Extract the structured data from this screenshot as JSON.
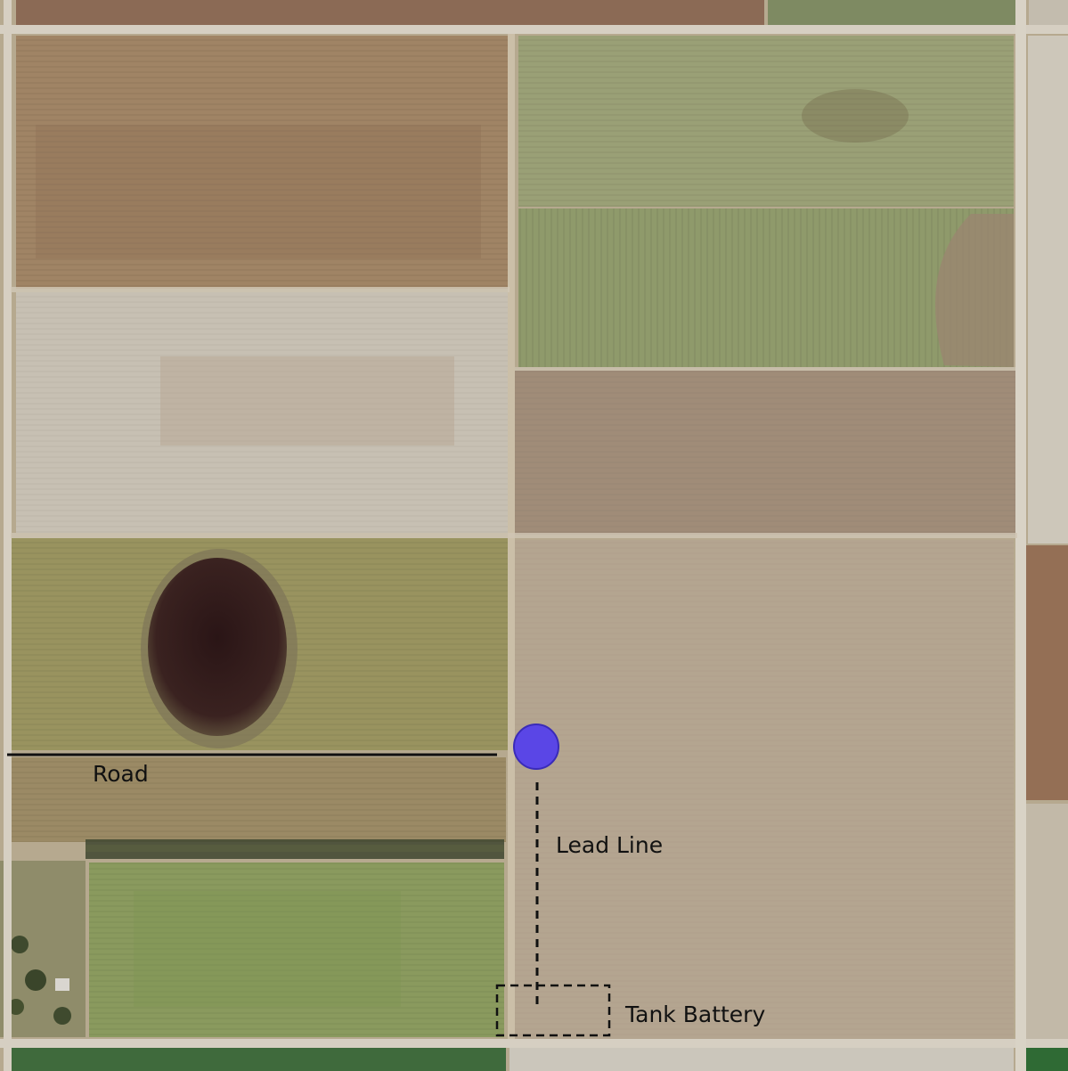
{
  "map": {
    "labels": {
      "road": "Road",
      "lead_line": "Lead Line",
      "tank_battery": "Tank Battery"
    },
    "colors": {
      "well_marker_fill": "#5a46e6",
      "well_marker_stroke": "#3a2bb8",
      "annotation_line": "#111111",
      "field_dry_tan": "#b3a48a",
      "field_green": "#8e9466",
      "field_brown": "#9a7f5f",
      "field_pale": "#c9c2b5",
      "pond": "#2a1818",
      "section_road": "#d6cfc2"
    },
    "features": [
      {
        "name": "well-marker",
        "kind": "circle"
      },
      {
        "name": "road",
        "kind": "solid-line"
      },
      {
        "name": "lead-line",
        "kind": "dashed-line"
      },
      {
        "name": "tank-battery",
        "kind": "dashed-rectangle"
      },
      {
        "name": "pond",
        "kind": "water"
      }
    ]
  }
}
